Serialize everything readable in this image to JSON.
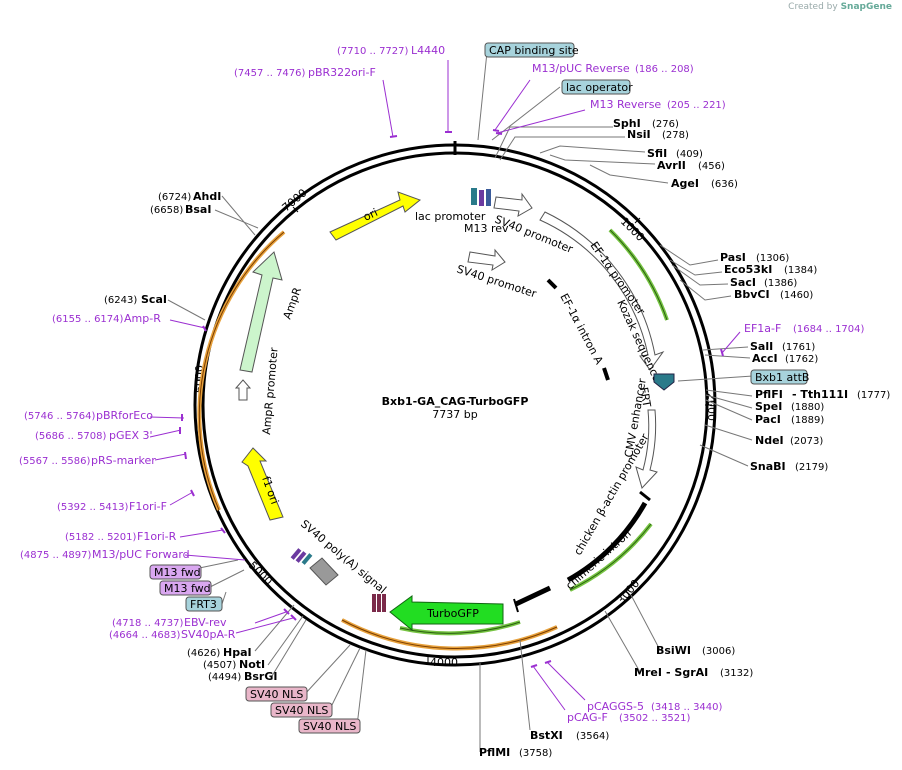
{
  "credit": {
    "prefix": "Created by",
    "brand": "SnapGene"
  },
  "plasmid": {
    "name": "Bxb1-GA_CAG-TurboGFP",
    "length": "7737 bp"
  },
  "ticks": [
    "1000",
    "2000",
    "3000",
    "4000",
    "5000",
    "6000",
    "7000"
  ],
  "enzymes_right": [
    {
      "name": "SphI",
      "pos": "(276)"
    },
    {
      "name": "NsiI",
      "pos": "(278)"
    },
    {
      "name": "SfiI",
      "pos": "(409)"
    },
    {
      "name": "AvrII",
      "pos": "(456)"
    },
    {
      "name": "AgeI",
      "pos": "(636)"
    },
    {
      "name": "PasI",
      "pos": "(1306)"
    },
    {
      "name": "Eco53kI",
      "pos": "(1384)"
    },
    {
      "name": "SacI",
      "pos": "(1386)"
    },
    {
      "name": "BbvCI",
      "pos": "(1460)"
    },
    {
      "name": "SalI",
      "pos": "(1761)"
    },
    {
      "name": "AccI",
      "pos": "(1762)"
    },
    {
      "name": "PflFI",
      "name2": "- Tth111I",
      "pos": "(1777)"
    },
    {
      "name": "SpeI",
      "pos": "(1880)"
    },
    {
      "name": "PacI",
      "pos": "(1889)"
    },
    {
      "name": "NdeI",
      "pos": "(2073)"
    },
    {
      "name": "SnaBI",
      "pos": "(2179)"
    },
    {
      "name": "BsiWI",
      "pos": "(3006)"
    },
    {
      "name": "MreI",
      "name2": "- SgrAI",
      "pos": "(3132)"
    },
    {
      "name": "BstXI",
      "pos": "(3564)"
    },
    {
      "name": "PflMI",
      "pos": "(3758)"
    }
  ],
  "enzymes_left": [
    {
      "name": "AhdI",
      "pos": "(6724)"
    },
    {
      "name": "BsaI",
      "pos": "(6658)"
    },
    {
      "name": "ScaI",
      "pos": "(6243)"
    },
    {
      "name": "HpaI",
      "pos": "(4626)"
    },
    {
      "name": "NotI",
      "pos": "(4507)"
    },
    {
      "name": "BsrGI",
      "pos": "(4494)"
    }
  ],
  "primers": [
    {
      "name": "L4440",
      "range": "(7710 .. 7727)"
    },
    {
      "name": "pBR322ori-F",
      "range": "(7457 .. 7476)"
    },
    {
      "name": "M13/pUC Reverse",
      "range": "(186 .. 208)"
    },
    {
      "name": "M13 Reverse",
      "range": "(205 .. 221)"
    },
    {
      "name": "EF1a-F",
      "range": "(1684 .. 1704)"
    },
    {
      "name": "Amp-R",
      "range": "(6155 .. 6174)"
    },
    {
      "name": "pBRforEco",
      "range": "(5746 .. 5764)"
    },
    {
      "name": "pGEX 3'",
      "range": "(5686 .. 5708)"
    },
    {
      "name": "pRS-marker",
      "range": "(5567 .. 5586)"
    },
    {
      "name": "F1ori-F",
      "range": "(5392 .. 5413)"
    },
    {
      "name": "F1ori-R",
      "range": "(5182 .. 5201)"
    },
    {
      "name": "M13/pUC Forward",
      "range": "(4875 .. 4897)"
    },
    {
      "name": "EBV-rev",
      "range": "(4718 .. 4737)"
    },
    {
      "name": "SV40pA-R",
      "range": "(4664 .. 4683)"
    },
    {
      "name": "pCAGGS-5",
      "range": "(3418 .. 3440)"
    },
    {
      "name": "pCAG-F",
      "range": "(3502 .. 3521)"
    }
  ],
  "tags": {
    "cap": "CAP binding site",
    "lac_operator": "lac operator",
    "bxb1": "Bxb1 attB",
    "m13fwd1": "M13 fwd",
    "m13fwd2": "M13 fwd",
    "frt3": "FRT3",
    "sv40nls1": "SV40 NLS",
    "sv40nls2": "SV40 NLS",
    "sv40nls3": "SV40 NLS"
  },
  "features": {
    "ori": "ori",
    "ampr": "AmpR",
    "ampr_promoter": "AmpR promoter",
    "f1ori": "f1 ori",
    "lac_promoter": "lac promoter",
    "m13rev": "M13 rev",
    "sv40_promoter1": "SV40 promoter",
    "sv40_promoter2": "SV40 promoter",
    "ef1a_promoter": "EF-1α promoter",
    "ef1a_intron": "EF-1α intron A",
    "kozak": "Kozak sequence",
    "frt": "FRT",
    "cmv": "CMV enhancer",
    "chicken": "chicken β-actin promoter",
    "chimeric": "chimeric intron",
    "turbogfp": "TurboGFP",
    "sv40polya": "SV40 poly(A) signal"
  },
  "colors": {
    "primer": "#9b2fd1",
    "backbone": "#000000",
    "ori": "#ffff00",
    "ampr": "#ccf5cc",
    "turbogfp": "#22dd22",
    "tag_blue": "#a7d3dc",
    "tag_pink": "#e9b6c9",
    "tag_purple": "#d9a7f0",
    "orf_orange": "#e8a23c",
    "orf_green": "#76c442"
  }
}
